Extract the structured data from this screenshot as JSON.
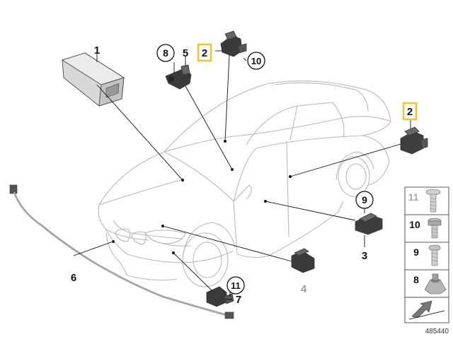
{
  "diagram_id": "485440",
  "callouts": {
    "c1": "1",
    "c2_top": "2",
    "c2_right": "2",
    "c3": "3",
    "c4": "4",
    "c5": "5",
    "c6": "6",
    "c7": "7",
    "c8_circle": "8",
    "c9_circle": "9",
    "c10_circle": "10",
    "c11_circle": "11"
  },
  "legend": {
    "items": [
      {
        "number": "11",
        "icon": "bolt-long-icon",
        "faded": true
      },
      {
        "number": "10",
        "icon": "bolt-hex-icon",
        "faded": false
      },
      {
        "number": "9",
        "icon": "screw-icon",
        "faded": false
      },
      {
        "number": "8",
        "icon": "nut-icon",
        "faded": false
      }
    ],
    "arrow_icon": "direction-arrow-icon"
  },
  "colors": {
    "highlight": "#f2c230",
    "car_outline": "#b9b9b9",
    "faded_label": "#9a9a9a"
  }
}
